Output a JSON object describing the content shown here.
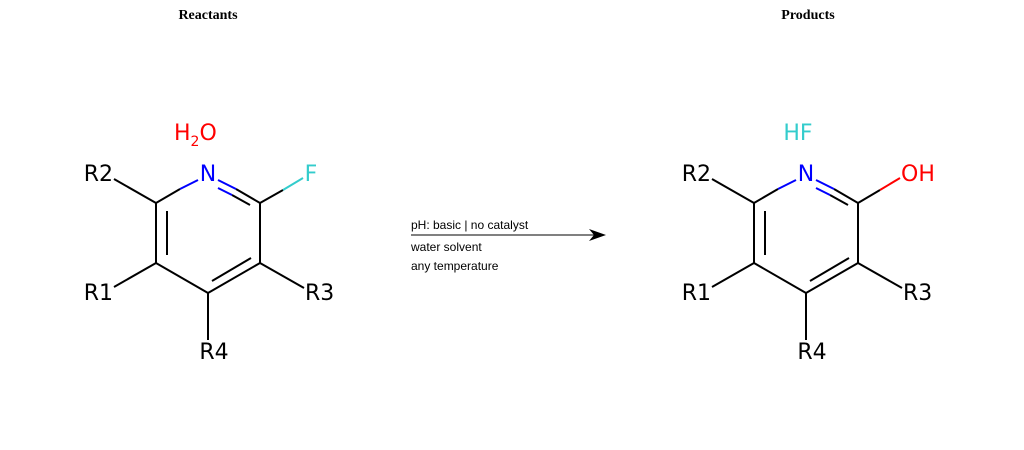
{
  "reactants": {
    "title": "Reactants",
    "reagent": {
      "main": "H",
      "sub": "2",
      "tail": "O"
    },
    "atoms": {
      "n": "N",
      "f": "F",
      "r1": "R1",
      "r2": "R2",
      "r3": "R3",
      "r4": "R4"
    }
  },
  "arrow": {
    "conditions": [
      "pH: basic | no catalyst",
      "water solvent",
      "any temperature"
    ]
  },
  "products": {
    "title": "Products",
    "byproduct": "HF",
    "atoms": {
      "n": "N",
      "oh": "OH",
      "r1": "R1",
      "r2": "R2",
      "r3": "R3",
      "r4": "R4"
    }
  },
  "colors": {
    "oxygen": "#ff0000",
    "nitrogen": "#0000ff",
    "fluorine": "#33cccc",
    "bond": "#000000"
  }
}
